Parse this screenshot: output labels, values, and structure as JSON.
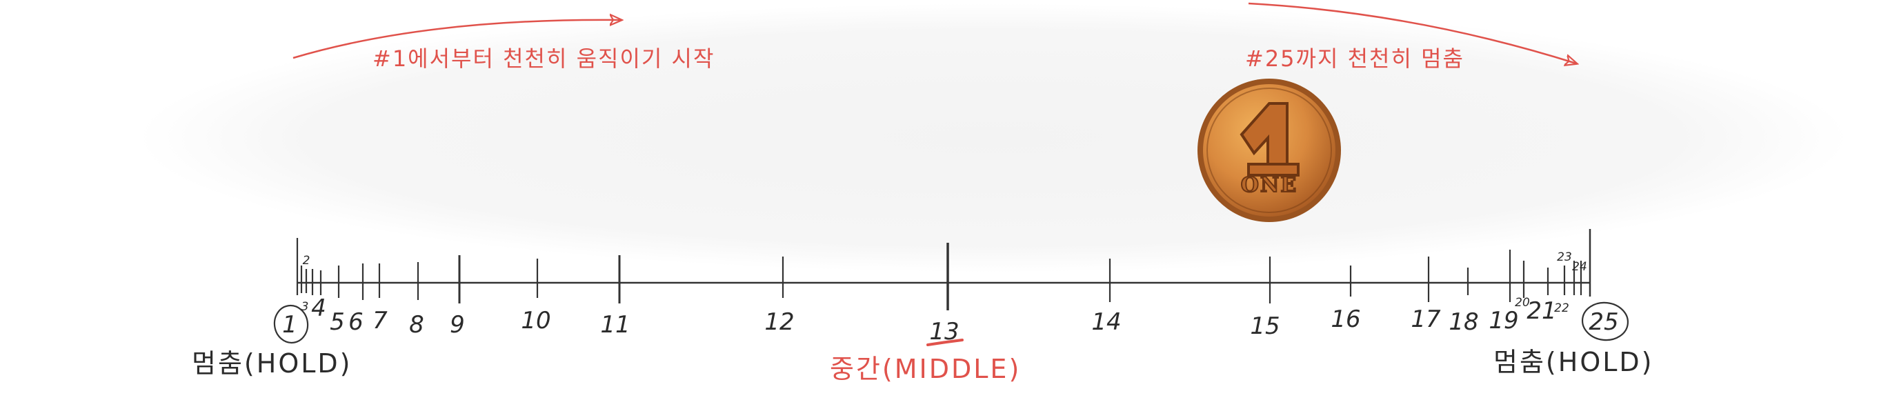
{
  "annotations": {
    "start_note": "#1에서부터 천천히 움직이기 시작",
    "end_note": "#25까지 천천히 멈춤"
  },
  "coin": {
    "numeral": "1",
    "word": "ONE",
    "colors": {
      "rim": "#9a5420",
      "face": "#d9893e",
      "highlight": "#f0b05a",
      "emboss": "#6e3612"
    }
  },
  "scale": {
    "tick_labels": [
      "1",
      "2",
      "3",
      "4",
      "5",
      "6",
      "7",
      "8",
      "9",
      "10",
      "11",
      "12",
      "13",
      "14",
      "15",
      "16",
      "17",
      "18",
      "19",
      "20",
      "21",
      "22",
      "23",
      "24",
      "25"
    ],
    "circled": [
      "1",
      "25"
    ],
    "underlined": [
      "13"
    ]
  },
  "labels": {
    "left_hold": "멈춤(HOLD)",
    "middle": "중간(MIDDLE)",
    "right_hold": "멈춤(HOLD)"
  },
  "colors": {
    "annotation_red": "#e0524b",
    "ink": "#2b2b2b",
    "background_halo": "#f4f4f4"
  }
}
